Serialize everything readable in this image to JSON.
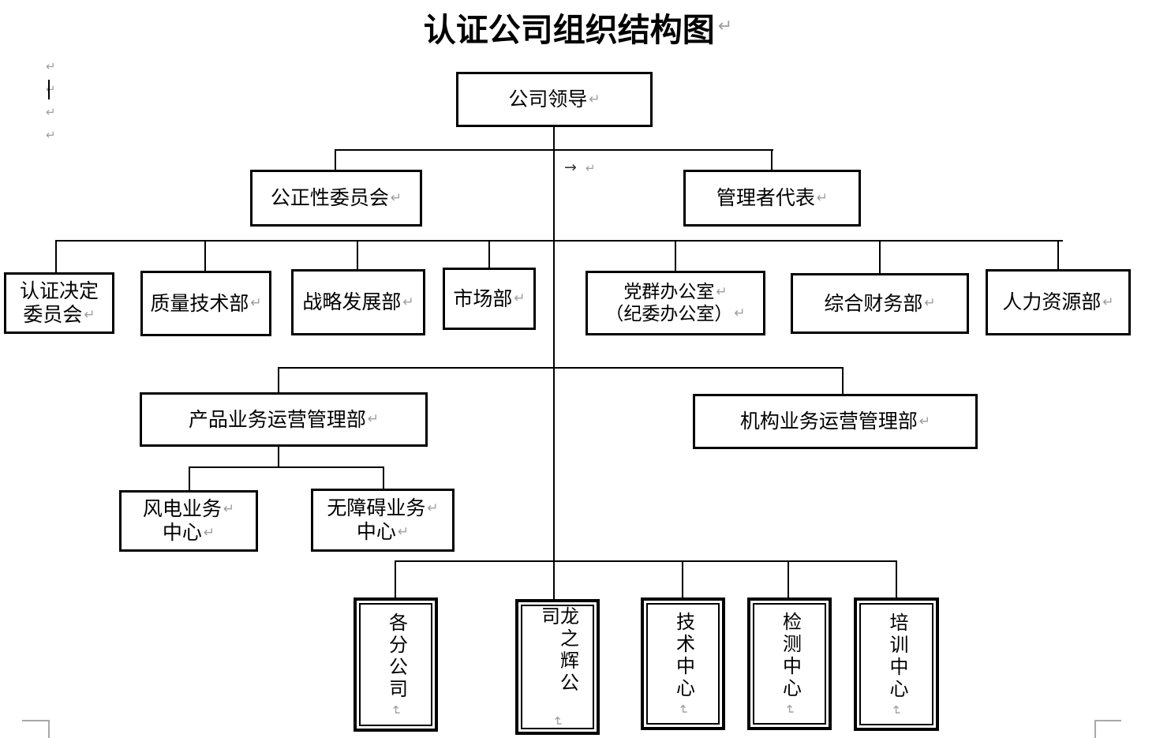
{
  "title": "认证公司组织结构图",
  "marks": {
    "return_mark": "↵",
    "tab_mark": "→"
  },
  "colors": {
    "line": "#000000",
    "mark_gray": "#9e9e9e"
  },
  "org": {
    "level1": {
      "leadership": {
        "label": "公司领导"
      }
    },
    "level2": {
      "impartiality_committee": {
        "label": "公正性委员会"
      },
      "management_representative": {
        "label": "管理者代表"
      }
    },
    "level3": {
      "cert_decision_committee": {
        "line1": "认证决定",
        "line2": "委员会"
      },
      "quality_tech_dept": {
        "label": "质量技术部"
      },
      "strategy_dev_dept": {
        "label": "战略发展部"
      },
      "marketing_dept": {
        "label": "市场部"
      },
      "party_office": {
        "line1": "党群办公室",
        "line2": "（纪委办公室）"
      },
      "general_finance_dept": {
        "label": "综合财务部"
      },
      "hr_dept": {
        "label": "人力资源部"
      }
    },
    "level4": {
      "product_ops_dept": {
        "label": "产品业务运营管理部"
      },
      "institution_ops_dept": {
        "label": "机构业务运营管理部"
      }
    },
    "level5": {
      "wind_power_center": {
        "line1": "风电业务",
        "line2": "中心"
      },
      "accessibility_center": {
        "line1": "无障碍业务",
        "line2": "中心"
      }
    },
    "level6": {
      "branch_companies": {
        "label": "各分公司"
      },
      "longzhihui_company": {
        "label": "龙之辉公司"
      },
      "tech_center": {
        "label": "技术中心"
      },
      "testing_center": {
        "label": "检测中心"
      },
      "training_center": {
        "label": "培训中心"
      }
    }
  }
}
